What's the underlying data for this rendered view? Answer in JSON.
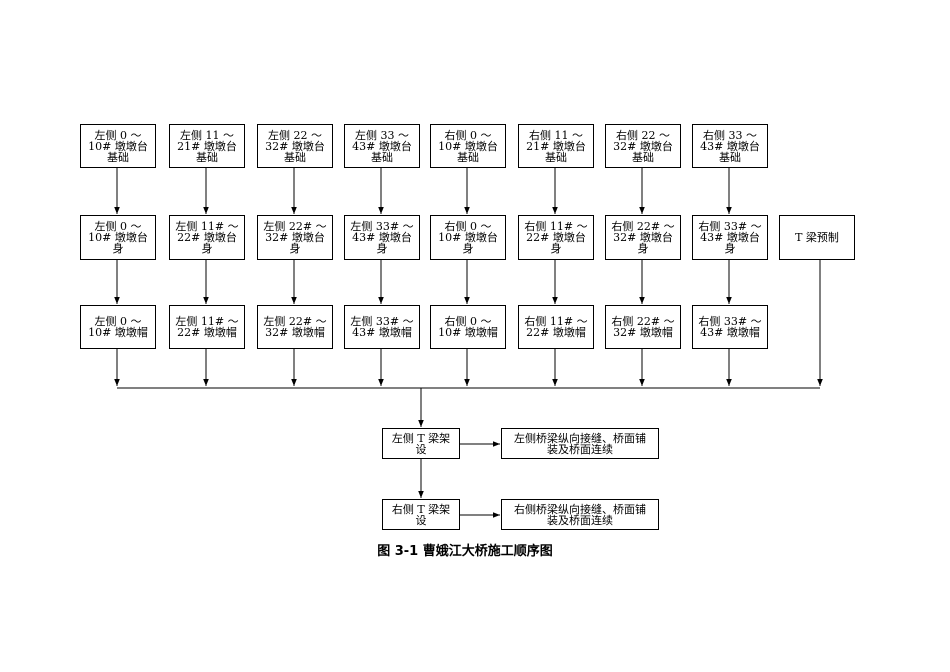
{
  "row1": [
    "左侧 0 ～\n10# 墩墩台\n基础",
    "左侧 11 ～\n21# 墩墩台\n基础",
    "左侧 22 ～\n32# 墩墩台\n基础",
    "左侧 33 ～\n43# 墩墩台\n基础",
    "右侧 0 ～\n10# 墩墩台\n基础",
    "右侧 11 ～\n21# 墩墩台\n基础",
    "右侧 22 ～\n32# 墩墩台\n基础",
    "右侧 33 ～\n43# 墩墩台\n基础"
  ],
  "row2": [
    "左侧 0 ～\n10# 墩墩台\n身",
    "左侧 11# ～\n22# 墩墩台\n身",
    "左侧 22# ～\n32# 墩墩台\n身",
    "左侧 33# ～\n43# 墩墩台\n身",
    "右侧 0 ～\n10# 墩墩台\n身",
    "右侧 11# ～\n22# 墩墩台\n身",
    "右侧 22# ～\n32# 墩墩台\n身",
    "右侧 33# ～\n43# 墩墩台\n身"
  ],
  "t_beam_prefab": "T 梁预制",
  "row3": [
    "左侧 0 ～\n10# 墩墩帽",
    "左侧 11# ～\n22# 墩墩帽",
    "左侧 22# ～\n32# 墩墩帽",
    "左侧 33# ～\n43# 墩墩帽",
    "右侧 0 ～\n10# 墩墩帽",
    "右侧 11# ～\n22# 墩墩帽",
    "右侧 22# ～\n32# 墩墩帽",
    "右侧 33# ～\n43# 墩墩帽"
  ],
  "left_erect": "左侧 T 梁架\n设",
  "left_deck": "左侧桥梁纵向接缝、桥面铺\n装及桥面连续",
  "right_erect": "右侧 T 梁架\n设",
  "right_deck": "右侧桥梁纵向接缝、桥面铺\n装及桥面连续",
  "caption": "图 3-1  曹娥江大桥施工顺序图"
}
